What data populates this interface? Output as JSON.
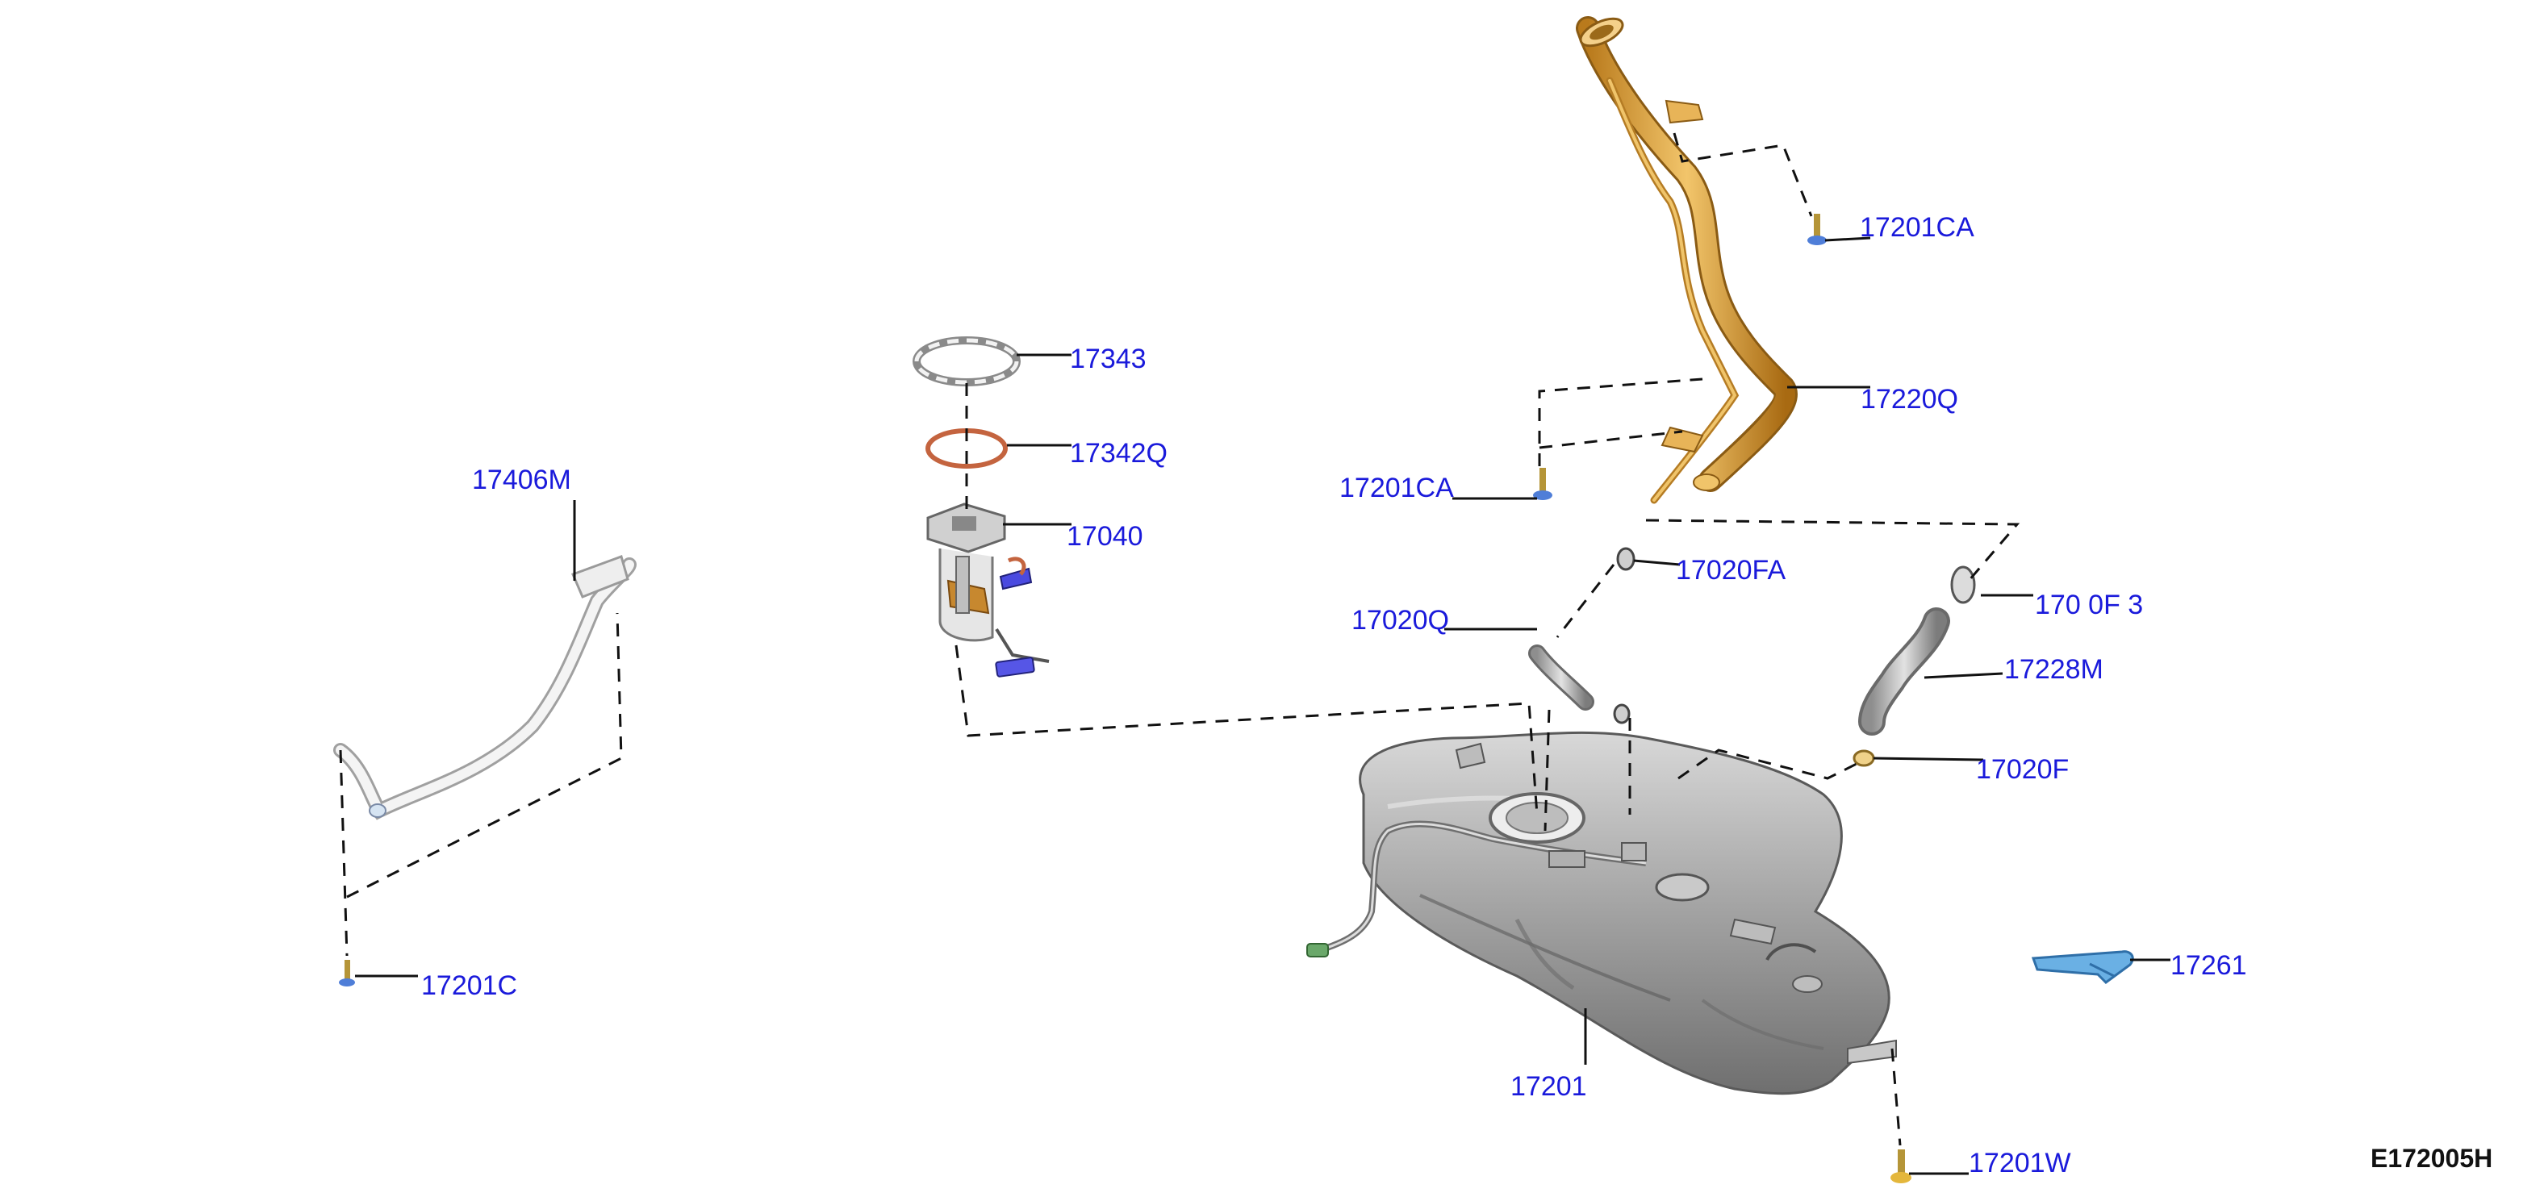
{
  "diagram_code": "E172005H",
  "callouts": {
    "c17201CA_top": "17201CA",
    "c17343": "17343",
    "c17220Q": "17220Q",
    "c17342Q": "17342Q",
    "c17406M": "17406M",
    "c17201CA_mid": "17201CA",
    "c17040": "17040",
    "c17020FA": "17020FA",
    "c17020FB": "170 0F 3",
    "c17020Q": "17020Q",
    "c17228M": "17228M",
    "c17020F": "17020F",
    "c17261": "17261",
    "c17201C": "17201C",
    "c17201": "17201",
    "c17201W": "17201W"
  },
  "colors": {
    "callout": "#1a1adb",
    "leader": "#111111",
    "tank": "#9a9a9a",
    "filler_pipe": "#e0a23a",
    "strap": "#e6e6e6",
    "seal": "#c4643f",
    "pump_accent": "#4a4ae0",
    "bracket": "#4f9fd8"
  }
}
